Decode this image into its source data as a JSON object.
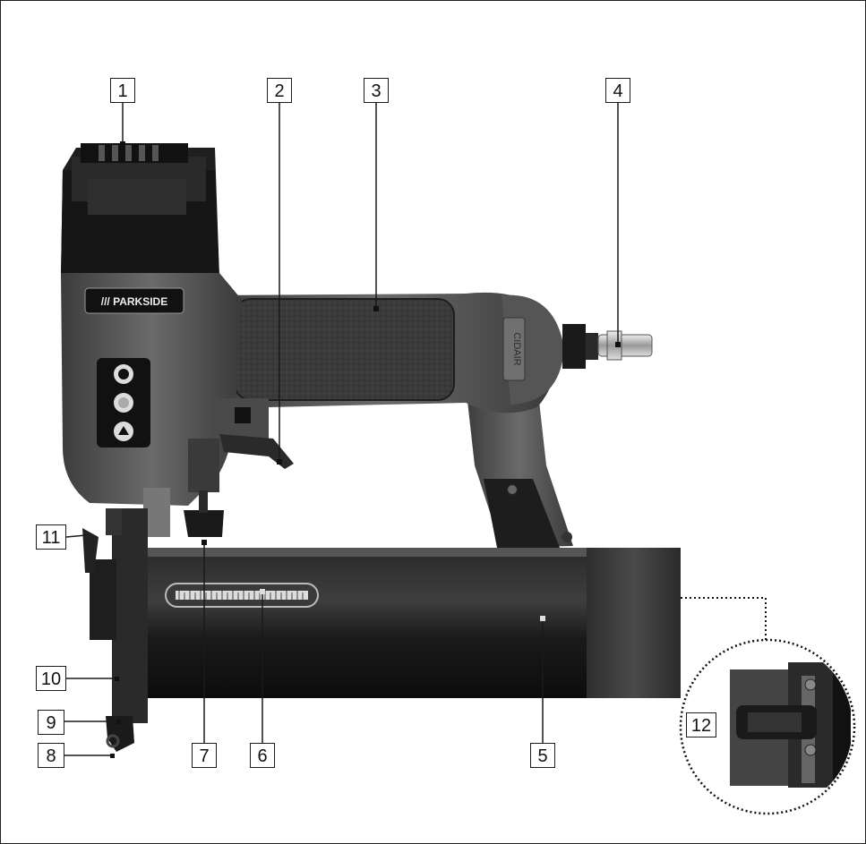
{
  "figure": {
    "brand_badge": "/// PARKSIDE",
    "coupling_text": "CIDAIR",
    "callouts": [
      {
        "id": "c1",
        "label": "1"
      },
      {
        "id": "c2",
        "label": "2"
      },
      {
        "id": "c3",
        "label": "3"
      },
      {
        "id": "c4",
        "label": "4"
      },
      {
        "id": "c5",
        "label": "5"
      },
      {
        "id": "c6",
        "label": "6"
      },
      {
        "id": "c7",
        "label": "7"
      },
      {
        "id": "c8",
        "label": "8"
      },
      {
        "id": "c9",
        "label": "9"
      },
      {
        "id": "c10",
        "label": "10"
      },
      {
        "id": "c11",
        "label": "11"
      },
      {
        "id": "c12",
        "label": "12"
      }
    ],
    "colors": {
      "body_dark": "#1c1c1c",
      "body_gray": "#5c5c5c",
      "grip": "#3a3a3a",
      "line": "#1a1a1a"
    }
  }
}
